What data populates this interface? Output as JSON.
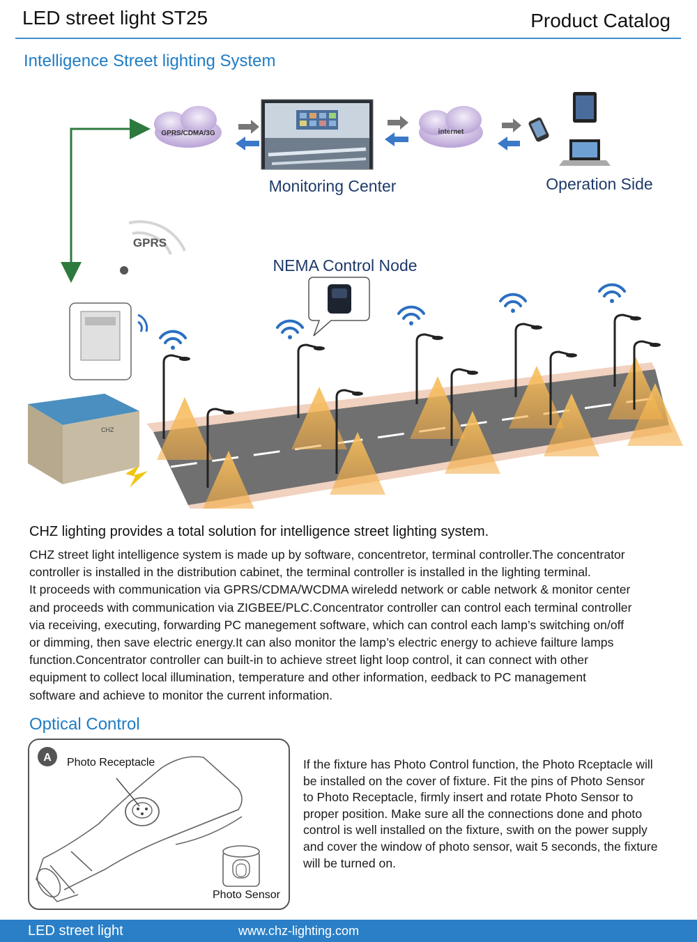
{
  "header": {
    "title": "LED street light ST25",
    "catalog": "Product Catalog"
  },
  "section1": {
    "heading": "Intelligence Street lighting System",
    "diagram": {
      "cloud1": "GPRS/CDMA/3G",
      "cloud2": "internet",
      "monitoring_label": "Monitoring Center",
      "operation_label": "Operation Side",
      "gprs_label": "GPRS",
      "node_label": "NEMA Control Node",
      "cabinet_label": "CHZ"
    }
  },
  "intro": "CHZ lighting provides a total solution for intelligence street lighting system.",
  "body_lines": [
    "CHZ street light intelligence system is made up by software, concentretor, terminal controller.The concentrator",
    "controller is installed in the distribution cabinet, the terminal controller is installed in the lighting terminal.",
    "It proceeds with communication via GPRS/CDMA/WCDMA wireledd network or cable network & monitor center",
    "and proceeds with communication via ZIGBEE/PLC.Concentrator controller can control each terminal controller",
    " via receiving, executing, forwarding PC manegement software, which can control each lamp’s switching on/off",
    "or dimming, then save electric energy.It can also monitor the lamp’s electric energy  to achieve failture lamps",
    "function.Concentrator controller can built-in to achieve street light loop control, it can connect with other",
    "equipment to collect local illumination, temperature and other information, eedback to PC management",
    "software and achieve to monitor the current information."
  ],
  "section2": {
    "heading": "Optical Control",
    "badge": "A",
    "receptacle_label": "Photo Receptacle",
    "sensor_label": "Photo Sensor",
    "text_lines": [
      "If the fixture has Photo Control function, the Photo Rceptacle will",
      "be installed on the cover of fixture. Fit the pins of Photo Sensor",
      "to Photo Receptacle, firmly insert and rotate Photo Sensor to",
      "proper position. Make sure all the connections done and photo",
      "control is well installed on the fixture, swith on the power supply",
      "and cover the window of photo sensor, wait 5 seconds, the fixture",
      " will be turned on."
    ]
  },
  "footer": {
    "left": "LED street light",
    "url": "www.chz-lighting.com"
  },
  "colors": {
    "accent_blue": "#1f7cc4",
    "footer_blue": "#2a7fc7",
    "label_navy": "#1e3a6a",
    "light_cone": "#f3a940"
  }
}
